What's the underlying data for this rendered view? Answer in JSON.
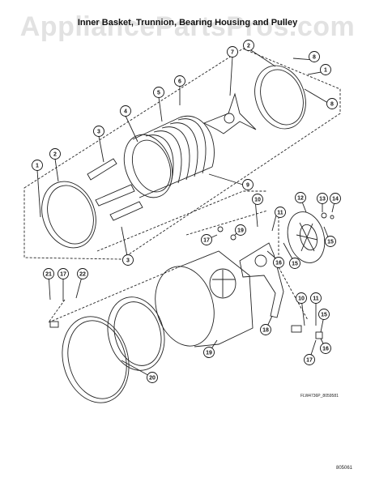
{
  "watermark": "AppliancePartsPros.com",
  "title": "Inner Basket, Trunnion, Bearing Housing and Pulley",
  "figure_code": "FLW4736P_8059581",
  "page_code": "805061",
  "callouts": [
    "1",
    "2",
    "3",
    "4",
    "5",
    "6",
    "7",
    "8",
    "9",
    "10",
    "11",
    "12",
    "13",
    "14",
    "15",
    "16",
    "17",
    "18",
    "19",
    "20",
    "21",
    "22"
  ]
}
